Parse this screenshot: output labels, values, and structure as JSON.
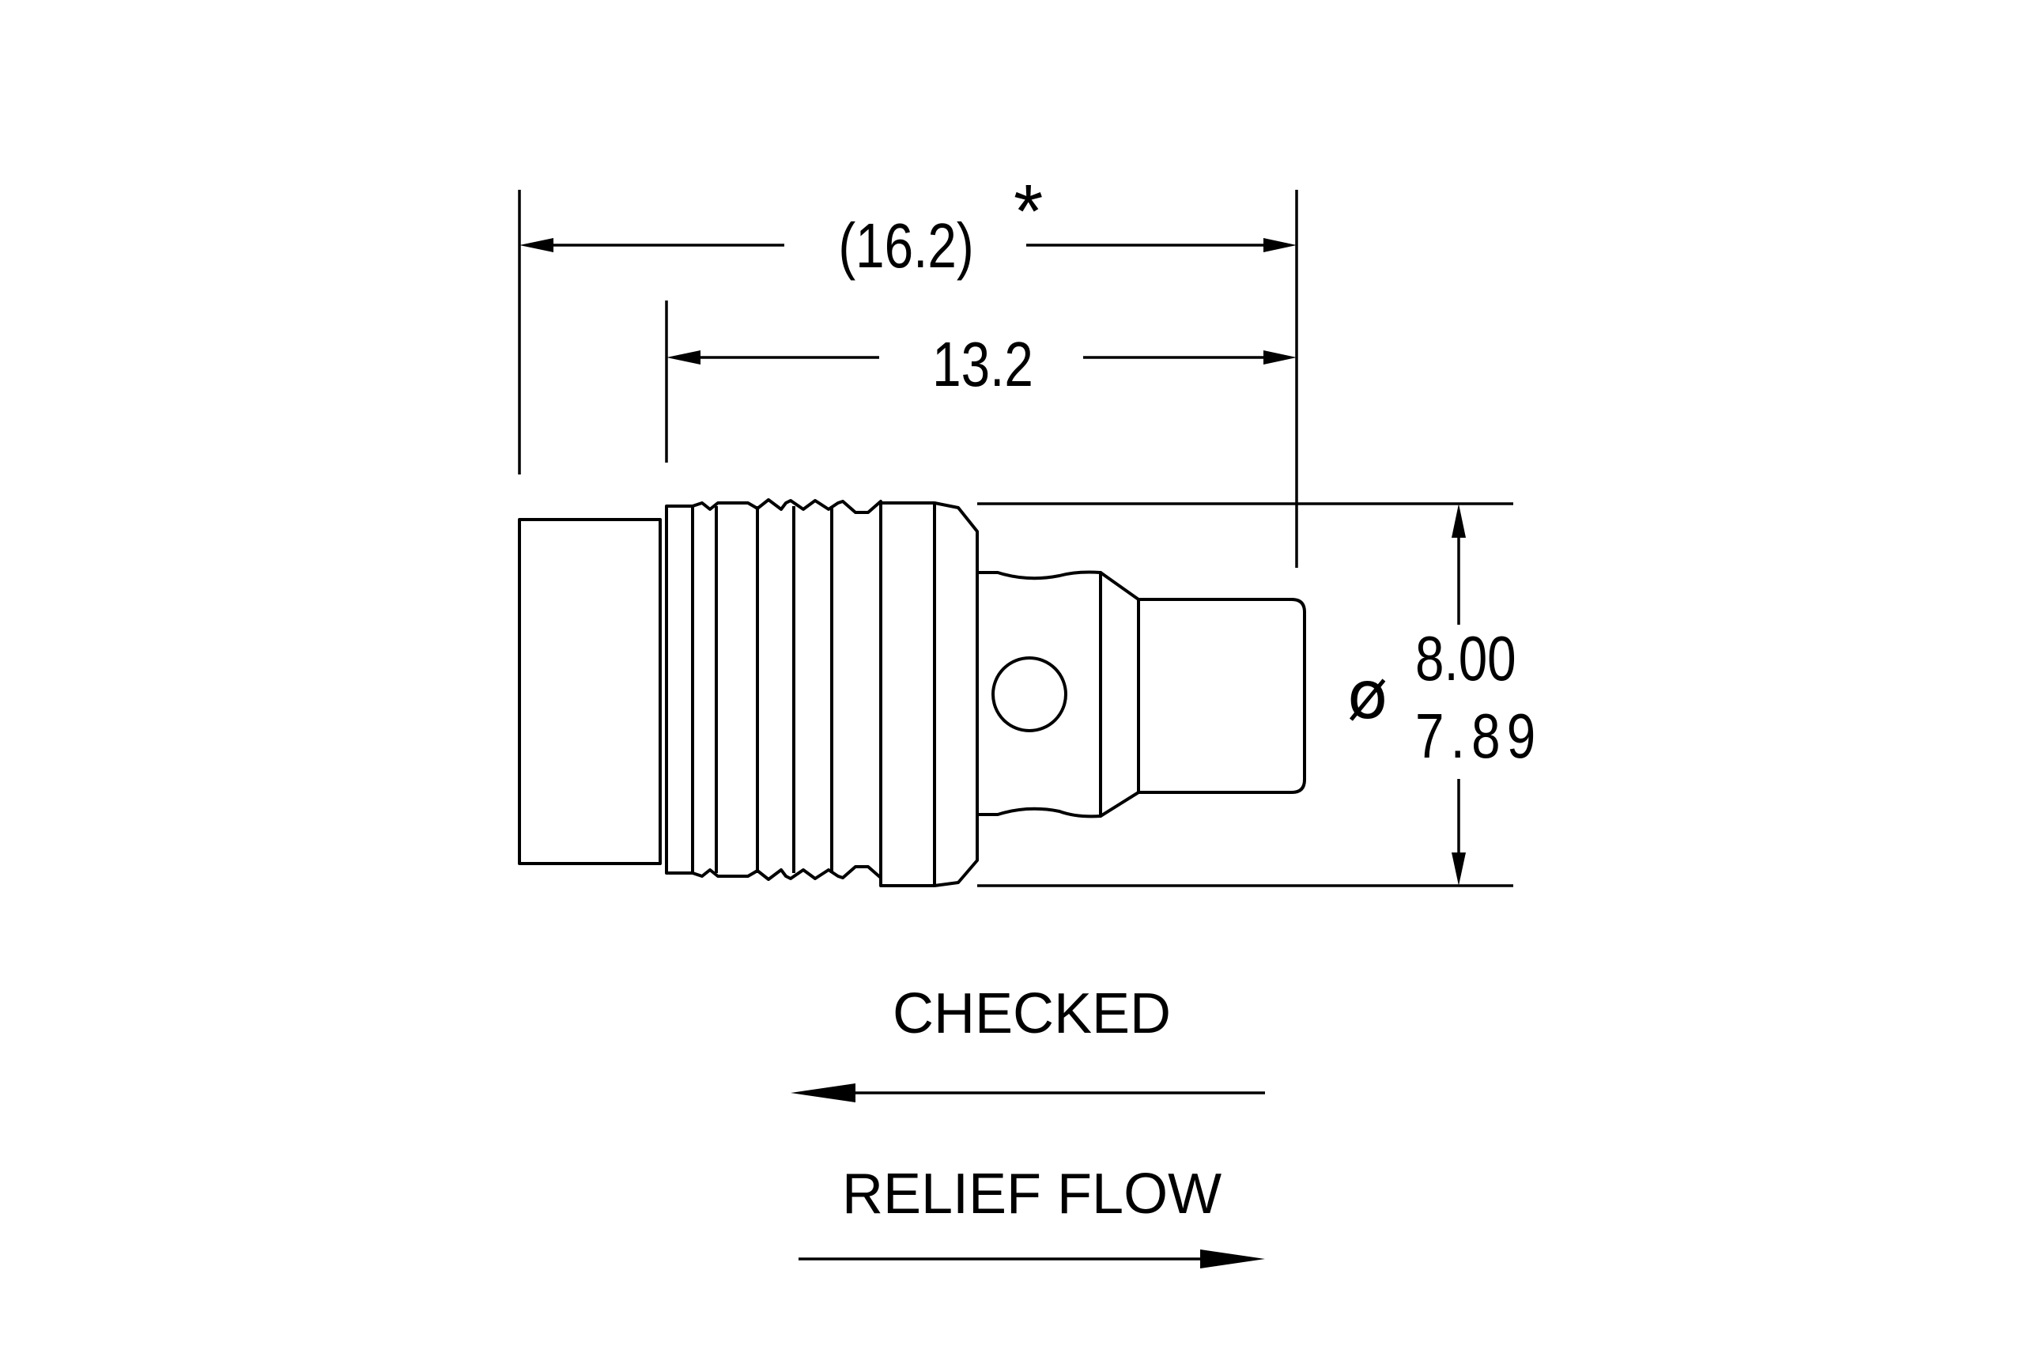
{
  "dimensions": {
    "overall_length": "(16.2)",
    "overall_note_mark": "*",
    "body_length": "13.2",
    "diameter_symbol": "ø",
    "diameter_max": "8.00",
    "diameter_min": "7.89"
  },
  "flow_labels": {
    "checked": "CHECKED",
    "relief": "RELIEF FLOW"
  }
}
